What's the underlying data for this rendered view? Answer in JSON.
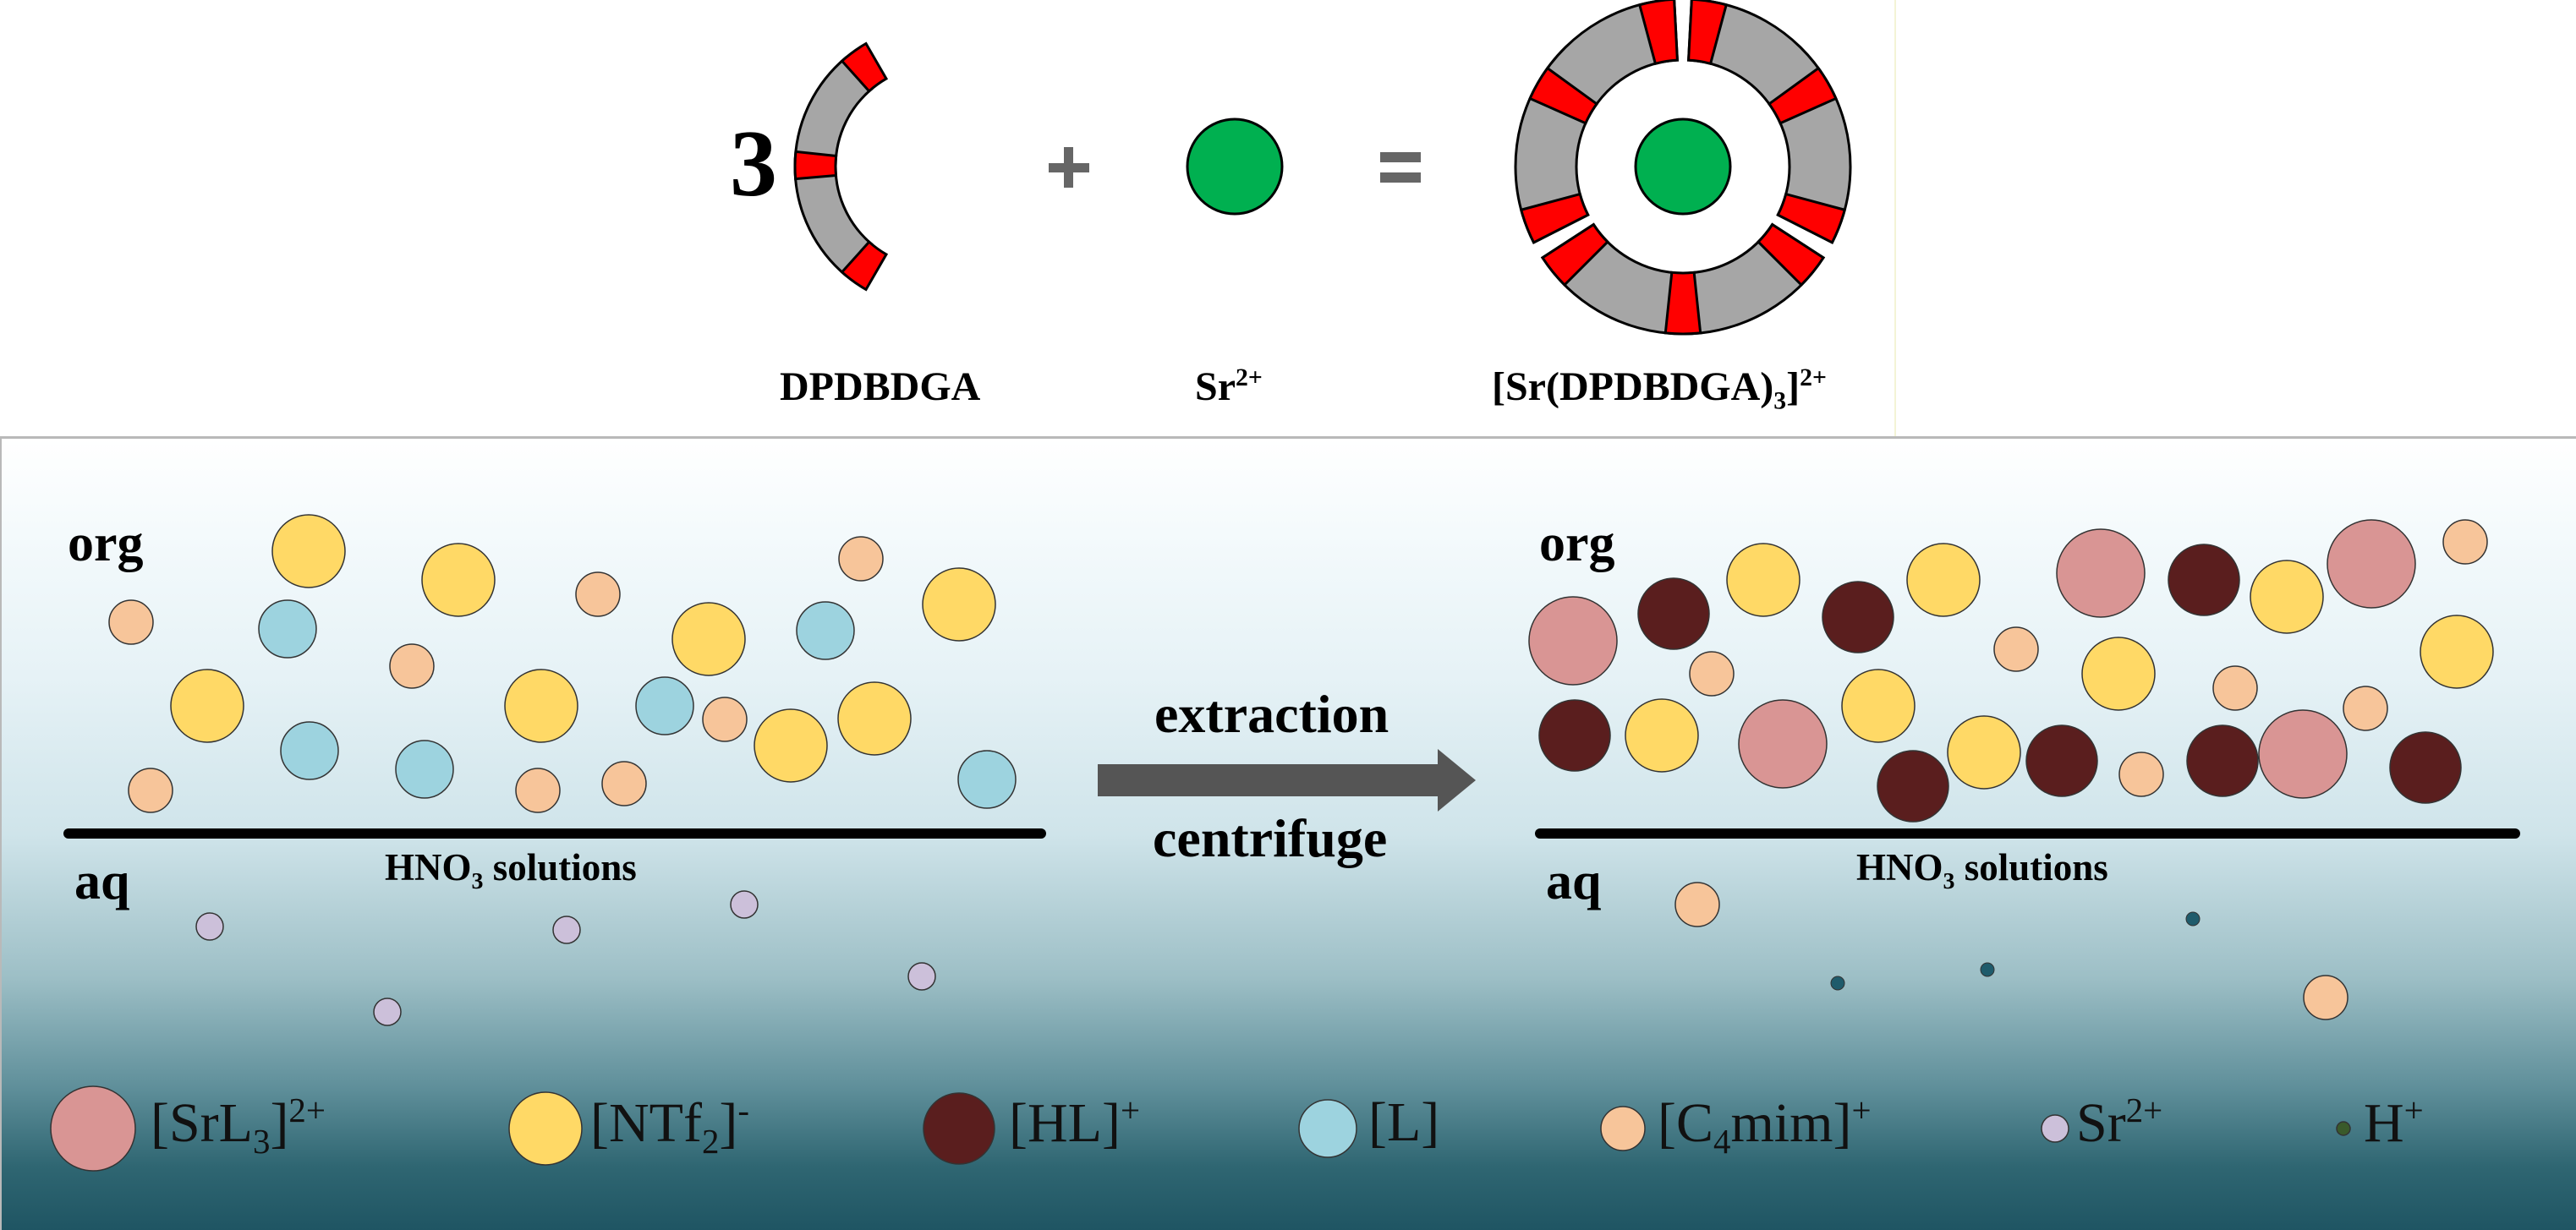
{
  "equation": {
    "coefficient": "3",
    "plus": "+",
    "equals": "=",
    "ligand_label": "DPDBDGA",
    "metal_label": {
      "base": "Sr",
      "charge": "2+"
    },
    "complex_label": {
      "prefix": "[Sr(DPDBDGA)",
      "sub": "3",
      "suffix": "]",
      "charge": "2+"
    }
  },
  "process": {
    "left_phase": {
      "org": "org",
      "aq": "aq",
      "interface": {
        "prefix": "HNO",
        "sub": "3",
        "suffix": " solutions"
      }
    },
    "right_phase": {
      "org": "org",
      "aq": "aq",
      "interface": {
        "prefix": "HNO",
        "sub": "3",
        "suffix": " solutions"
      }
    },
    "arrow_top": "extraction",
    "arrow_bottom": "centrifuge"
  },
  "legend": [
    {
      "key": "srl3",
      "base": "[SrL",
      "sub": "3",
      "close": "]",
      "sup": "2+"
    },
    {
      "key": "ntf2",
      "base": "[NTf",
      "sub": "2",
      "close": "]",
      "sup": "-"
    },
    {
      "key": "hl",
      "base": "[HL]",
      "sub": "",
      "close": "",
      "sup": "+"
    },
    {
      "key": "l",
      "base": "[L]",
      "sub": "",
      "close": "",
      "sup": ""
    },
    {
      "key": "c4mim",
      "base": "[C",
      "sub": "4",
      "close": "mim]",
      "sup": "+"
    },
    {
      "key": "sr",
      "base": "Sr",
      "sub": "",
      "close": "",
      "sup": "2+"
    },
    {
      "key": "h",
      "base": "H",
      "sub": "",
      "close": "",
      "sup": "+"
    }
  ],
  "colors": {
    "segment_gray": "#a6a6a6",
    "donor_red": "#ff0000",
    "metal_green": "#00b050",
    "srl3": "#d99594",
    "ntf2": "#ffd966",
    "hl": "#5a1e1e",
    "l": "#9dd3df",
    "c4mim": "#f7c59a",
    "sr": "#ccc0da",
    "h": "#1f5b6b",
    "arrow": "#555555",
    "operator_gray": "#666666"
  }
}
